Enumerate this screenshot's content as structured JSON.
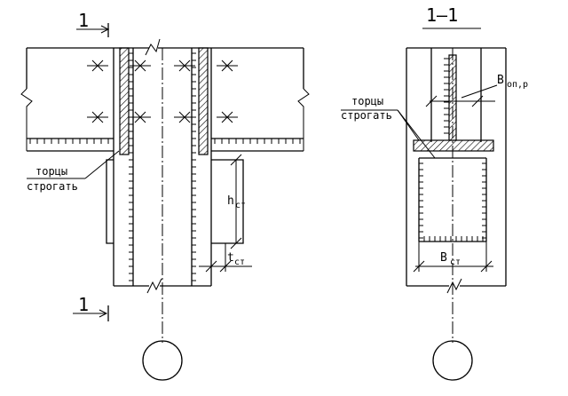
{
  "left_view": {
    "section_mark_top": "1",
    "section_mark_bottom": "1",
    "note_line1": "торцы",
    "note_line2": "строгать",
    "dim_height_main": "h",
    "dim_height_sub": "ст",
    "dim_thick_main": "t",
    "dim_thick_sub": "ст"
  },
  "right_view": {
    "section_title": "1–1",
    "note_line1": "торцы",
    "note_line2": "строгать",
    "dim_plate_main": "B",
    "dim_plate_sub": "оп,р",
    "dim_stiff_main": "B",
    "dim_stiff_sub": "ст"
  }
}
